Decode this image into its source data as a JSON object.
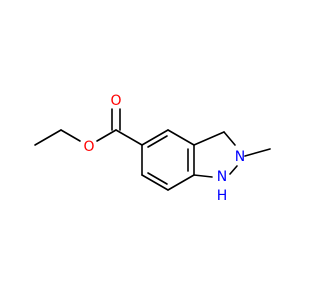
{
  "molecule": {
    "atoms": {
      "carbonyl_oxygen": "O",
      "ester_oxygen": "O",
      "amine_n2": "N",
      "amine_n1": "N",
      "amine_n1_hydrogen": "H"
    },
    "colors": {
      "oxygen": "#ff0000",
      "nitrogen": "#0000ff",
      "bond": "#000000",
      "background": "#ffffff"
    }
  }
}
